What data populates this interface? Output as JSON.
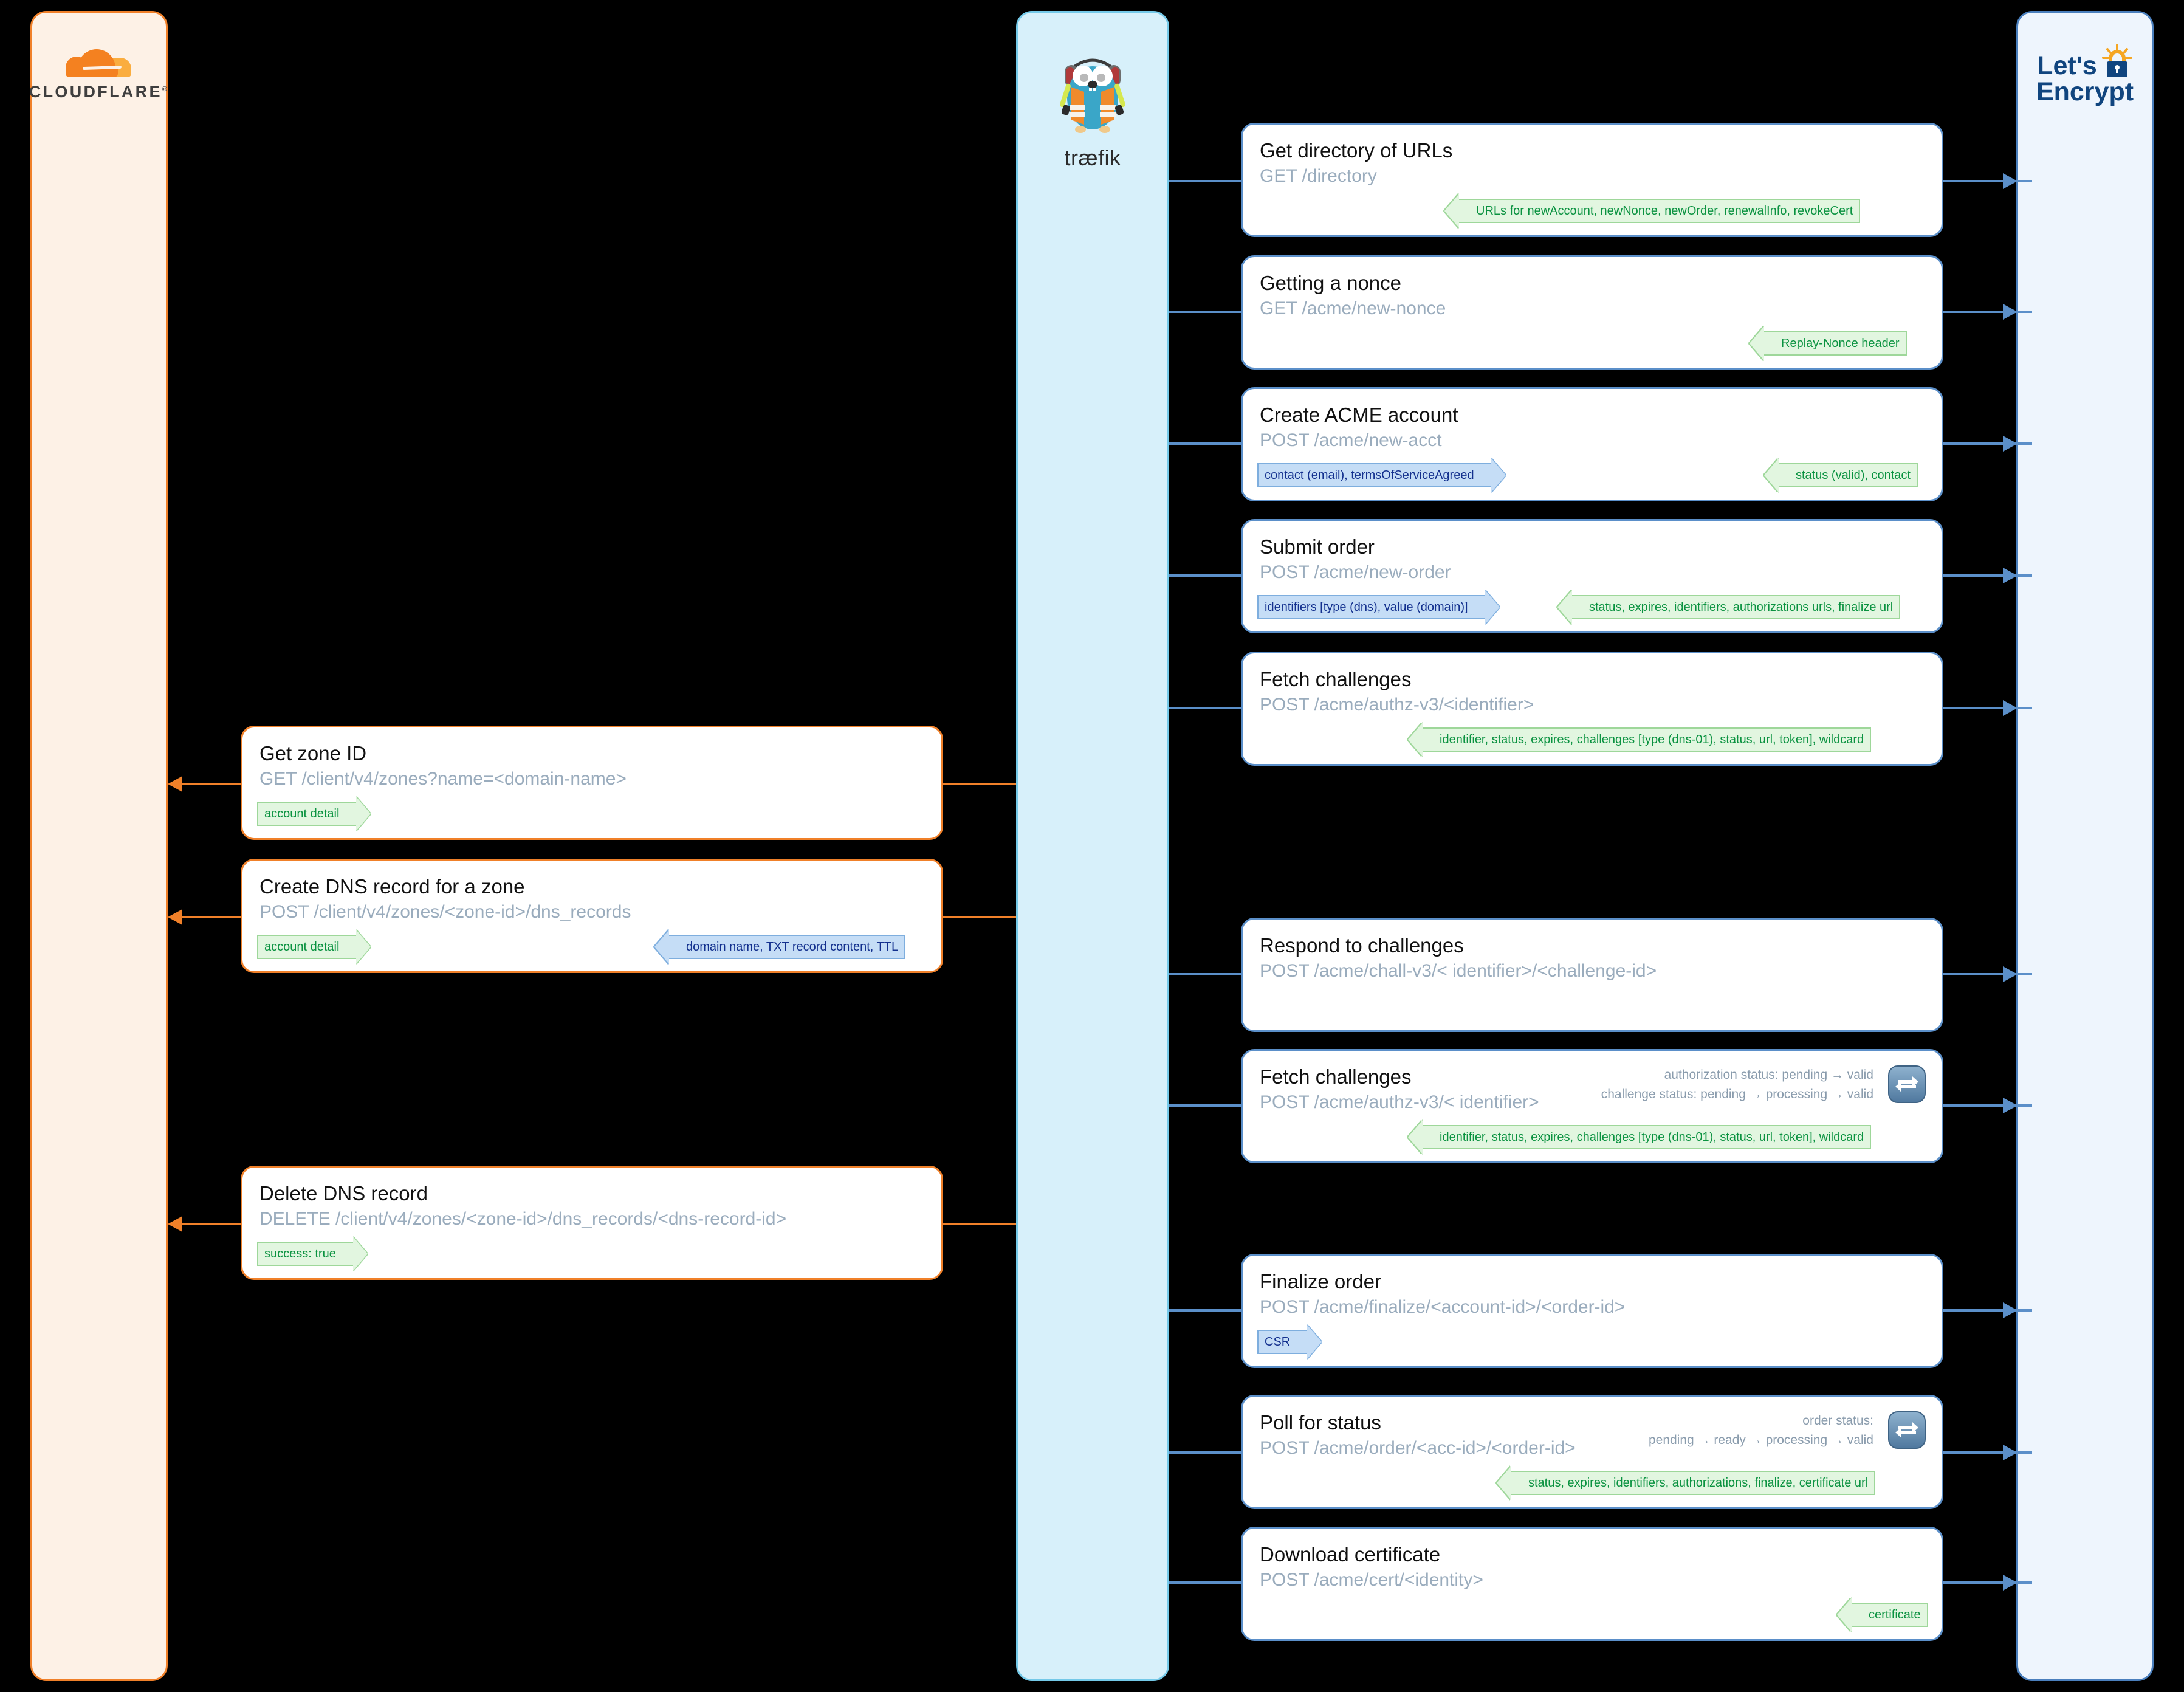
{
  "lanes": [
    {
      "id": "cloudflare",
      "name": "Cloudflare",
      "logo_text": "CLOUDFLARE",
      "logo_mark": "cloud-icon",
      "accent": "#f08029",
      "background": "#fdf1e6"
    },
    {
      "id": "traefik",
      "name": "Traefik",
      "logo_text": "træfik",
      "logo_mark": "traefik-gopher-icon",
      "accent": "#74c9e8",
      "background": "#d7f0fa"
    },
    {
      "id": "letsencrypt",
      "name": "Let's Encrypt",
      "logo_text_line1": "Let's",
      "logo_text_line2": "Encrypt",
      "logo_mark": "padlock-sun-icon",
      "accent": "#4a7fbd",
      "background": "#eef5fd"
    }
  ],
  "legend": {
    "request_color": "#c5ddf6",
    "response_color": "#e2f6e0",
    "request_text_color": "#13308e",
    "response_text_color": "#0a9240"
  },
  "cards": [
    {
      "id": "get-directory",
      "lane": "letsencrypt",
      "title": "Get directory of URLs",
      "method_path": "GET /directory",
      "messages": [
        {
          "kind": "response",
          "dir": "left",
          "text": "URLs for newAccount, newNonce, newOrder, renewalInfo, revokeCert"
        }
      ]
    },
    {
      "id": "get-nonce",
      "lane": "letsencrypt",
      "title": "Getting a nonce",
      "method_path": "GET /acme/new-nonce",
      "messages": [
        {
          "kind": "response",
          "dir": "left",
          "text": "Replay-Nonce header"
        }
      ]
    },
    {
      "id": "create-acme-account",
      "lane": "letsencrypt",
      "title": "Create ACME account",
      "method_path": "POST /acme/new-acct",
      "messages": [
        {
          "kind": "request",
          "dir": "right",
          "text": "contact (email), termsOfServiceAgreed"
        },
        {
          "kind": "response",
          "dir": "left",
          "text": "status (valid), contact"
        }
      ]
    },
    {
      "id": "submit-order",
      "lane": "letsencrypt",
      "title": "Submit order",
      "method_path": "POST /acme/new-order",
      "messages": [
        {
          "kind": "request",
          "dir": "right",
          "text": "identifiers [type (dns), value (domain)]"
        },
        {
          "kind": "response",
          "dir": "left",
          "text": "status, expires, identifiers, authorizations urls, finalize url"
        }
      ]
    },
    {
      "id": "fetch-challenges-1",
      "lane": "letsencrypt",
      "title": "Fetch challenges",
      "method_path": "POST /acme/authz-v3/<identifier>",
      "messages": [
        {
          "kind": "response",
          "dir": "left",
          "text": "identifier, status, expires, challenges [type (dns-01), status, url, token], wildcard"
        }
      ]
    },
    {
      "id": "get-zone-id",
      "lane": "cloudflare",
      "title": "Get zone ID",
      "method_path": "GET /client/v4/zones?name=<domain-name>",
      "messages": [
        {
          "kind": "response",
          "dir": "right",
          "text": "account detail"
        }
      ]
    },
    {
      "id": "create-dns-record",
      "lane": "cloudflare",
      "title": "Create DNS record for a zone",
      "method_path": "POST /client/v4/zones/<zone-id>/dns_records",
      "messages": [
        {
          "kind": "response",
          "dir": "right",
          "text": "account detail"
        },
        {
          "kind": "request",
          "dir": "left",
          "text": "domain name, TXT record content, TTL"
        }
      ]
    },
    {
      "id": "respond-to-challenges",
      "lane": "letsencrypt",
      "title": "Respond to challenges",
      "method_path": "POST /acme/chall-v3/< identifier>/<challenge-id>",
      "messages": []
    },
    {
      "id": "fetch-challenges-2",
      "lane": "letsencrypt",
      "title": "Fetch challenges",
      "method_path": "POST /acme/authz-v3/< identifier>",
      "note_lines": [
        "authorization status: pending → valid",
        "challenge status: pending → processing → valid"
      ],
      "repeat_icon": "repeat-icon",
      "messages": [
        {
          "kind": "response",
          "dir": "left",
          "text": "identifier, status, expires, challenges [type (dns-01), status, url, token], wildcard"
        }
      ]
    },
    {
      "id": "delete-dns-record",
      "lane": "cloudflare",
      "title": "Delete DNS record",
      "method_path": "DELETE /client/v4/zones/<zone-id>/dns_records/<dns-record-id>",
      "messages": [
        {
          "kind": "response",
          "dir": "right",
          "text": "success: true"
        }
      ]
    },
    {
      "id": "finalize-order",
      "lane": "letsencrypt",
      "title": "Finalize order",
      "method_path": "POST /acme/finalize/<account-id>/<order-id>",
      "messages": [
        {
          "kind": "request",
          "dir": "right",
          "text": "CSR"
        }
      ]
    },
    {
      "id": "poll-for-status",
      "lane": "letsencrypt",
      "title": "Poll for status",
      "method_path": "POST /acme/order/<acc-id>/<order-id>",
      "note_lines": [
        "order status:",
        "pending → ready → processing → valid"
      ],
      "repeat_icon": "repeat-icon",
      "messages": [
        {
          "kind": "response",
          "dir": "left",
          "text": "status, expires, identifiers, authorizations, finalize, certificate url"
        }
      ]
    },
    {
      "id": "download-certificate",
      "lane": "letsencrypt",
      "title": "Download certificate",
      "method_path": "POST /acme/cert/<identity>",
      "messages": [
        {
          "kind": "response",
          "dir": "left",
          "text": "certificate"
        }
      ]
    }
  ]
}
